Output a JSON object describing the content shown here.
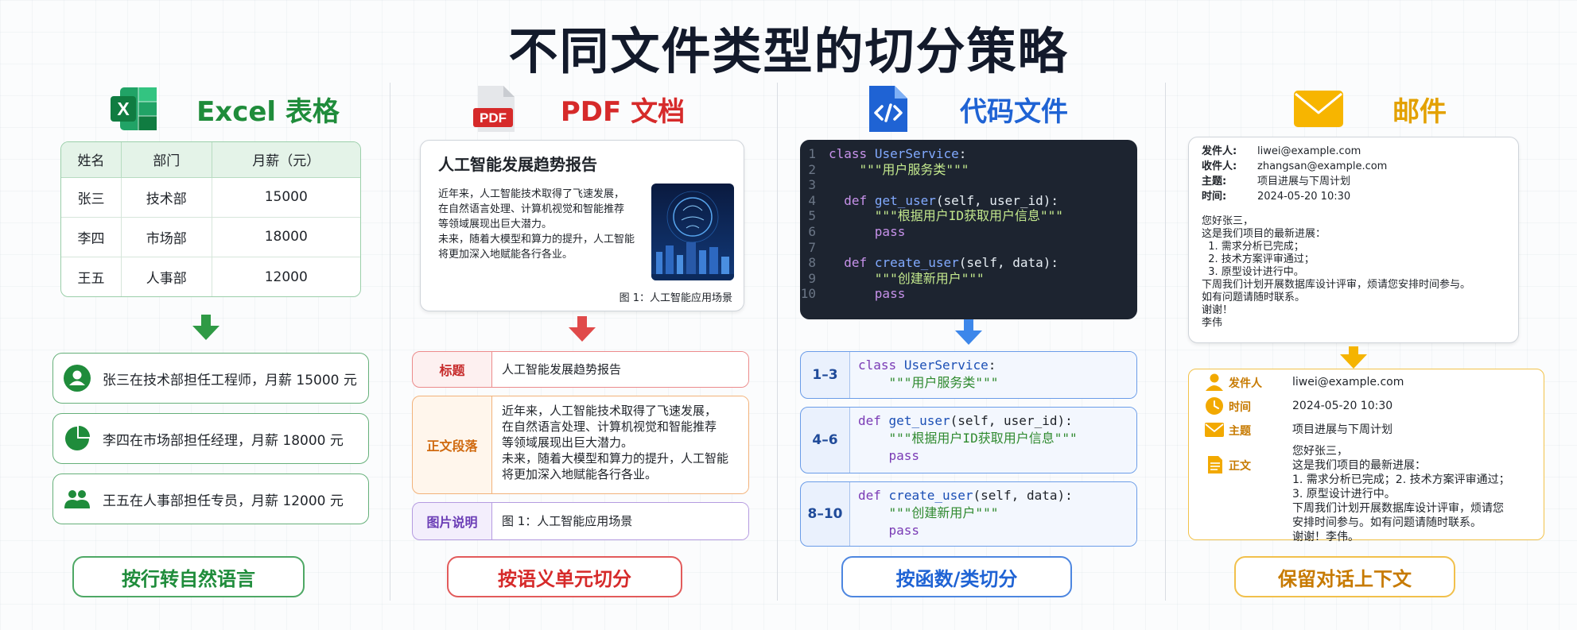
{
  "title": "不同文件类型的切分策略",
  "colors": {
    "excel": "#1f8c3b",
    "pdf": "#d62a2a",
    "code": "#1f63d4",
    "mail": "#e3a100"
  },
  "excel": {
    "heading": "Excel 表格",
    "columns": [
      "姓名",
      "部门",
      "月薪（元）"
    ],
    "rows": [
      [
        "张三",
        "技术部",
        "15000"
      ],
      [
        "李四",
        "市场部",
        "18000"
      ],
      [
        "王五",
        "人事部",
        "12000"
      ]
    ],
    "sentences": [
      {
        "icon": "person-icon",
        "text": "张三在技术部担任工程师，月薪 15000 元"
      },
      {
        "icon": "pie-chart-icon",
        "text": "李四在市场部担任经理，月薪 18000 元"
      },
      {
        "icon": "people-icon",
        "text": "王五在人事部担任专员，月薪 12000 元"
      }
    ],
    "strategy": "按行转自然语言"
  },
  "pdf": {
    "heading": "PDF 文档",
    "badge": "PDF",
    "doc_title": "人工智能发展趋势报告",
    "doc_paragraph": [
      "近年来，人工智能技术取得了飞速发展，",
      "在自然语言处理、计算机视觉和智能推荐",
      "等领域展现出巨大潜力。",
      "未来，随着大模型和算力的提升，人工智能",
      "将更加深入地赋能各行各业。"
    ],
    "doc_caption": "图 1：人工智能应用场景",
    "segments": [
      {
        "label": "标题",
        "text": "人工智能发展趋势报告"
      },
      {
        "label": "正文段落",
        "text": [
          "近年来，人工智能技术取得了飞速发展，",
          "在自然语言处理、计算机视觉和智能推荐",
          "等领域展现出巨大潜力。",
          "未来，随着大模型和算力的提升，人工智能",
          "将更加深入地赋能各行各业。"
        ]
      },
      {
        "label": "图片说明",
        "text": "图 1：人工智能应用场景"
      }
    ],
    "strategy": "按语义单元切分"
  },
  "code": {
    "heading": "代码文件",
    "line_numbers": [
      "1",
      "2",
      "3",
      "4",
      "5",
      "6",
      "7",
      "8",
      "9",
      "10"
    ],
    "chunks": [
      {
        "range": "1–3"
      },
      {
        "range": "4–6"
      },
      {
        "range": "8–10"
      }
    ],
    "tokens": {
      "class": "class",
      "class_name": "UserService",
      "colon": ":",
      "doc1": "\"\"\"用户服务类\"\"\"",
      "def": "def",
      "f1": "get_user",
      "f1_args": "(self, user_id):",
      "doc2": "\"\"\"根据用户ID获取用户信息\"\"\"",
      "pass": "pass",
      "f2": "create_user",
      "f2_args": "(self, data):",
      "doc3": "\"\"\"创建新用户\"\"\""
    },
    "strategy": "按函数/类切分"
  },
  "mail": {
    "heading": "邮件",
    "headers": [
      {
        "k": "发件人:",
        "v": "liwei@example.com"
      },
      {
        "k": "收件人:",
        "v": "zhangsan@example.com"
      },
      {
        "k": "主题:",
        "v": "项目进展与下周计划"
      },
      {
        "k": "时间:",
        "v": "2024-05-20 10:30"
      }
    ],
    "body": [
      "您好张三，",
      "这是我们项目的最新进展：",
      "  1. 需求分析已完成；",
      "  2. 技术方案评审通过；",
      "  3. 原型设计进行中。",
      "下周我们计划开展数据库设计评审，烦请您安排时间参与。",
      "如有问题请随时联系。",
      "谢谢！",
      "李伟"
    ],
    "fields": [
      {
        "icon": "person-icon",
        "k": "发件人",
        "v": [
          "liwei@example.com"
        ]
      },
      {
        "icon": "clock-icon",
        "k": "时间",
        "v": [
          "2024-05-20 10:30"
        ]
      },
      {
        "icon": "envelope-icon",
        "k": "主题",
        "v": [
          "项目进展与下周计划"
        ]
      },
      {
        "icon": "document-icon",
        "k": "正文",
        "v": [
          "您好张三，",
          "这是我们项目的最新进展：",
          "1. 需求分析已完成；2. 技术方案评审通过；",
          "3. 原型设计进行中。",
          "下周我们计划开展数据库设计评审，烦请您",
          "安排时间参与。如有问题请随时联系。",
          "谢谢！李伟。"
        ]
      }
    ],
    "strategy": "保留对话上下文"
  }
}
